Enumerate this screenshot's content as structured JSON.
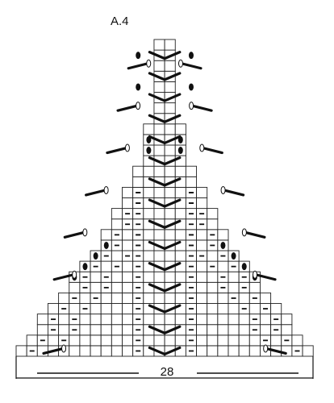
{
  "title": "A.4",
  "width_label": "28",
  "diagram": {
    "columns": 28,
    "rows": 30,
    "colors": {
      "ink": "#111111",
      "paper": "#ffffff",
      "grid": "#222222"
    },
    "row_spans": [
      [
        1,
        28
      ],
      [
        2,
        27
      ],
      [
        3,
        26
      ],
      [
        3,
        26
      ],
      [
        4,
        25
      ],
      [
        5,
        24
      ],
      [
        6,
        23
      ],
      [
        6,
        23
      ],
      [
        7,
        22
      ],
      [
        8,
        21
      ],
      [
        9,
        20
      ],
      [
        9,
        20
      ],
      [
        10,
        19
      ],
      [
        10,
        19
      ],
      [
        11,
        18
      ],
      [
        11,
        18
      ],
      [
        12,
        17
      ],
      [
        12,
        17
      ],
      [
        13,
        16
      ],
      [
        13,
        16
      ],
      [
        13,
        16
      ],
      [
        13,
        16
      ],
      [
        14,
        15
      ],
      [
        14,
        15
      ],
      [
        14,
        15
      ],
      [
        14,
        15
      ],
      [
        14,
        15
      ],
      [
        14,
        15
      ],
      [
        14,
        15
      ],
      [
        14,
        15
      ]
    ],
    "symbols": {
      "purl": "dash",
      "center_pair": "chevron-v",
      "yarn_over": "filled-dot",
      "decrease_wrap": "oval-loop",
      "cable_slant": "thick-diagonal"
    }
  }
}
